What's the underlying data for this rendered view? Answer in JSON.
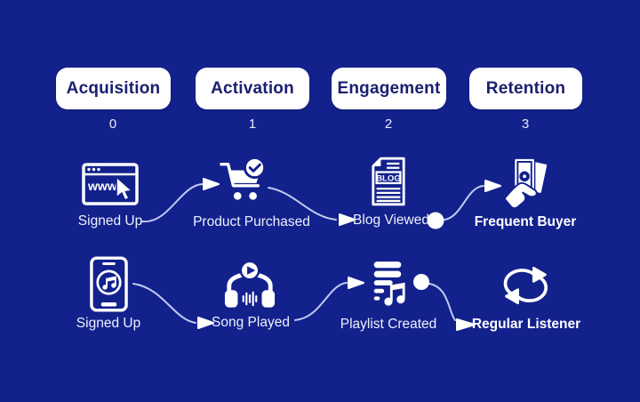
{
  "stages": [
    {
      "label": "Acquisition",
      "number": "0"
    },
    {
      "label": "Activation",
      "number": "1"
    },
    {
      "label": "Engagement",
      "number": "2"
    },
    {
      "label": "Retention",
      "number": "3"
    }
  ],
  "rows": [
    {
      "steps": [
        {
          "label": "Signed Up",
          "icon": "browser-www-icon",
          "bold": false
        },
        {
          "label": "Product Purchased",
          "icon": "cart-check-icon",
          "bold": false
        },
        {
          "label": "Blog Viewed",
          "icon": "blog-document-icon",
          "bold": false
        },
        {
          "label": "Frequent Buyer",
          "icon": "money-hand-icon",
          "bold": true
        }
      ]
    },
    {
      "steps": [
        {
          "label": "Signed Up",
          "icon": "phone-music-icon",
          "bold": false
        },
        {
          "label": "Song Played",
          "icon": "headphones-play-icon",
          "bold": false
        },
        {
          "label": "Playlist Created",
          "icon": "playlist-music-icon",
          "bold": false
        },
        {
          "label": "Regular Listener",
          "icon": "repeat-arrows-icon",
          "bold": true
        }
      ]
    }
  ],
  "browser_icon_text": "www",
  "blog_icon_text": "BLOG",
  "colors": {
    "background": "#13218d",
    "pill_background": "#ffffff",
    "pill_text": "#1b2070",
    "label_text": "#eef1fc",
    "connector_line": "#c3caf0",
    "arrow_and_node": "#ffffff"
  }
}
